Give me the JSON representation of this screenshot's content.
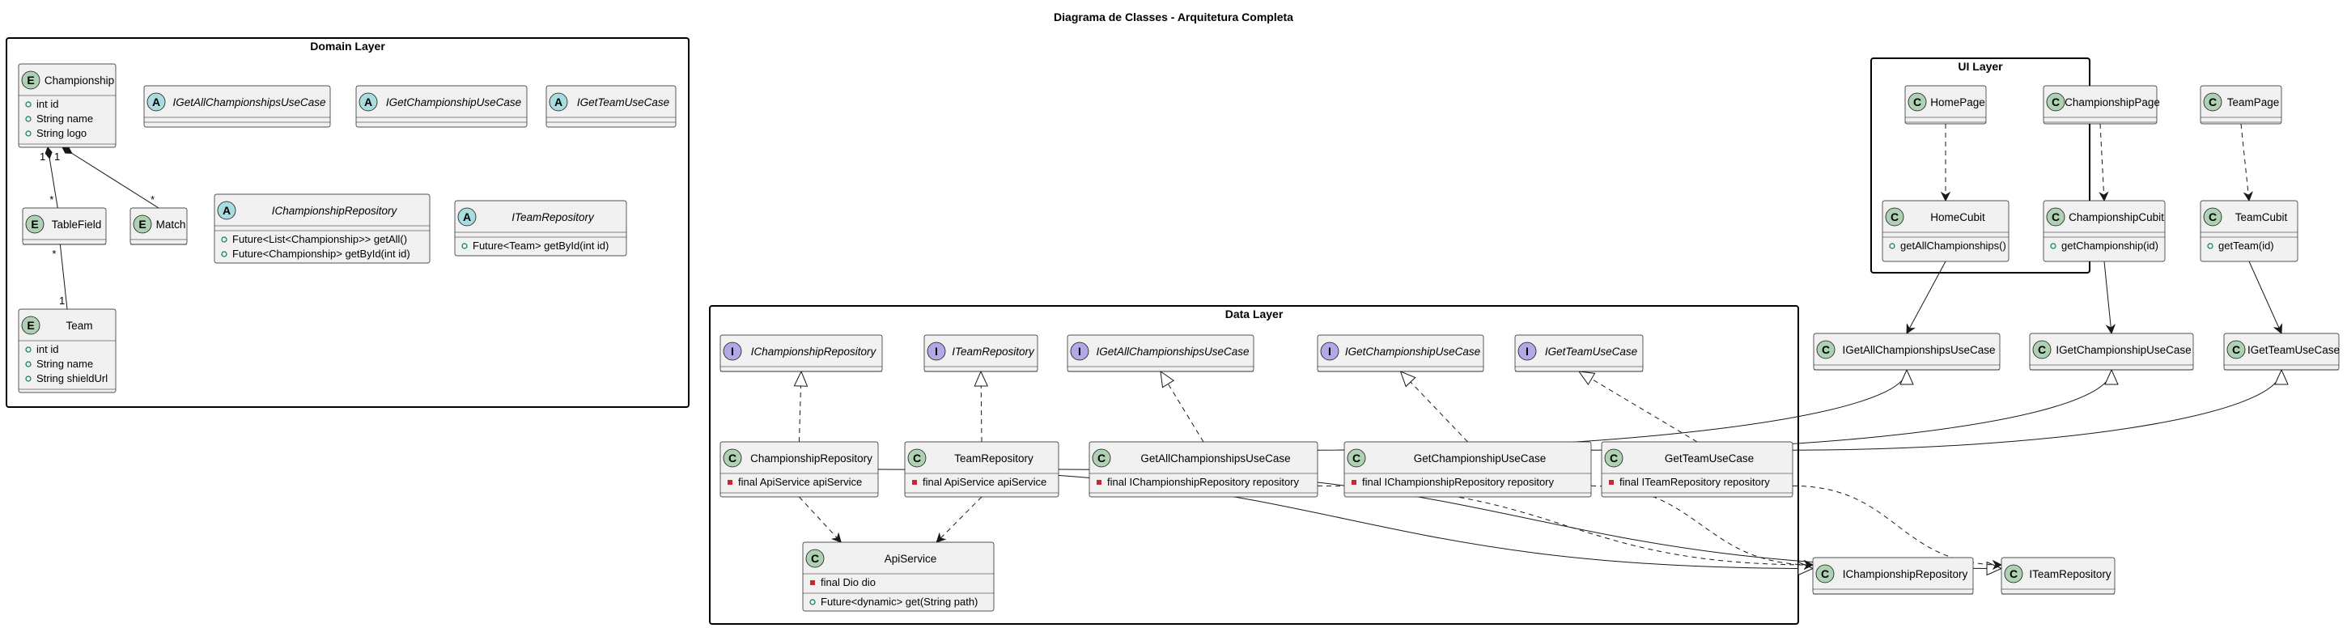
{
  "title": "Diagrama de Classes - Arquitetura Completa",
  "packages": [
    {
      "id": "domain",
      "name": "Domain Layer"
    },
    {
      "id": "ui",
      "name": "UI Layer"
    },
    {
      "id": "data",
      "name": "Data Layer"
    }
  ],
  "colors": {
    "class_fill": "#F1F1F1",
    "class_border": "#181818",
    "entity_circle": "#ADD1B2",
    "abstract_circle": "#A9DCDF",
    "interface_circle": "#B4A7E5",
    "class_circle": "#ADD1B2",
    "visibility_public": "#038048",
    "visibility_private": "#C82930"
  },
  "classes": [
    {
      "id": "championship_entity",
      "name": "Championship",
      "stereotype": "E",
      "kind": "entity",
      "fields": [
        {
          "vis": "public",
          "text": "int id"
        },
        {
          "vis": "public",
          "text": "String name"
        },
        {
          "vis": "public",
          "text": "String logo"
        }
      ],
      "methods": []
    },
    {
      "id": "tablefield_entity",
      "name": "TableField",
      "stereotype": "E",
      "kind": "entity",
      "fields": [],
      "methods": []
    },
    {
      "id": "match_entity",
      "name": "Match",
      "stereotype": "E",
      "kind": "entity",
      "fields": [],
      "methods": []
    },
    {
      "id": "team_entity",
      "name": "Team",
      "stereotype": "E",
      "kind": "entity",
      "fields": [
        {
          "vis": "public",
          "text": "int id"
        },
        {
          "vis": "public",
          "text": "String name"
        },
        {
          "vis": "public",
          "text": "String shieldUrl"
        }
      ],
      "methods": []
    },
    {
      "id": "abs_get_all",
      "name": "IGetAllChampionshipsUseCase",
      "stereotype": "A",
      "kind": "abstract",
      "fields": [],
      "methods": []
    },
    {
      "id": "abs_get_champ",
      "name": "IGetChampionshipUseCase",
      "stereotype": "A",
      "kind": "abstract",
      "fields": [],
      "methods": []
    },
    {
      "id": "abs_get_team",
      "name": "IGetTeamUseCase",
      "stereotype": "A",
      "kind": "abstract",
      "fields": [],
      "methods": []
    },
    {
      "id": "abs_champ_repo",
      "name": "IChampionshipRepository",
      "stereotype": "A",
      "kind": "abstract",
      "fields": [],
      "methods": [
        {
          "vis": "public",
          "text": "Future<List<Championship>> getAll()"
        },
        {
          "vis": "public",
          "text": "Future<Championship> getById(int id)"
        }
      ]
    },
    {
      "id": "abs_team_repo",
      "name": "ITeamRepository",
      "stereotype": "A",
      "kind": "abstract",
      "fields": [],
      "methods": [
        {
          "vis": "public",
          "text": "Future<Team> getById(int id)"
        }
      ]
    },
    {
      "id": "home_page",
      "name": "HomePage",
      "stereotype": "C",
      "kind": "class",
      "fields": [],
      "methods": []
    },
    {
      "id": "champ_page",
      "name": "ChampionshipPage",
      "stereotype": "C",
      "kind": "class",
      "fields": [],
      "methods": []
    },
    {
      "id": "team_page",
      "name": "TeamPage",
      "stereotype": "C",
      "kind": "class",
      "fields": [],
      "methods": []
    },
    {
      "id": "home_cubit",
      "name": "HomeCubit",
      "stereotype": "C",
      "kind": "class",
      "fields": [],
      "methods": [
        {
          "vis": "public",
          "text": "getAllChampionships()"
        }
      ]
    },
    {
      "id": "champ_cubit",
      "name": "ChampionshipCubit",
      "stereotype": "C",
      "kind": "class",
      "fields": [],
      "methods": [
        {
          "vis": "public",
          "text": "getChampionship(id)"
        }
      ]
    },
    {
      "id": "team_cubit",
      "name": "TeamCubit",
      "stereotype": "C",
      "kind": "class",
      "fields": [],
      "methods": [
        {
          "vis": "public",
          "text": "getTeam(id)"
        }
      ]
    },
    {
      "id": "if_champ_repo",
      "name": "IChampionshipRepository",
      "stereotype": "I",
      "kind": "interface",
      "fields": [],
      "methods": []
    },
    {
      "id": "if_team_repo",
      "name": "ITeamRepository",
      "stereotype": "I",
      "kind": "interface",
      "fields": [],
      "methods": []
    },
    {
      "id": "if_get_all",
      "name": "IGetAllChampionshipsUseCase",
      "stereotype": "I",
      "kind": "interface",
      "fields": [],
      "methods": []
    },
    {
      "id": "if_get_champ",
      "name": "IGetChampionshipUseCase",
      "stereotype": "I",
      "kind": "interface",
      "fields": [],
      "methods": []
    },
    {
      "id": "if_get_team",
      "name": "IGetTeamUseCase",
      "stereotype": "I",
      "kind": "interface",
      "fields": [],
      "methods": []
    },
    {
      "id": "champ_repo",
      "name": "ChampionshipRepository",
      "stereotype": "C",
      "kind": "class",
      "fields": [
        {
          "vis": "private",
          "text": "final ApiService apiService"
        }
      ],
      "methods": []
    },
    {
      "id": "team_repo",
      "name": "TeamRepository",
      "stereotype": "C",
      "kind": "class",
      "fields": [
        {
          "vis": "private",
          "text": "final ApiService apiService"
        }
      ],
      "methods": []
    },
    {
      "id": "get_all_uc",
      "name": "GetAllChampionshipsUseCase",
      "stereotype": "C",
      "kind": "class",
      "fields": [
        {
          "vis": "private",
          "text": "final IChampionshipRepository repository"
        }
      ],
      "methods": []
    },
    {
      "id": "get_champ_uc",
      "name": "GetChampionshipUseCase",
      "stereotype": "C",
      "kind": "class",
      "fields": [
        {
          "vis": "private",
          "text": "final IChampionshipRepository repository"
        }
      ],
      "methods": []
    },
    {
      "id": "get_team_uc",
      "name": "GetTeamUseCase",
      "stereotype": "C",
      "kind": "class",
      "fields": [
        {
          "vis": "private",
          "text": "final ITeamRepository repository"
        }
      ],
      "methods": []
    },
    {
      "id": "api_service",
      "name": "ApiService",
      "stereotype": "C",
      "kind": "class",
      "fields": [
        {
          "vis": "private",
          "text": "final Dio dio"
        }
      ],
      "methods": [
        {
          "vis": "public",
          "text": "Future<dynamic> get(String path)"
        }
      ]
    },
    {
      "id": "out_get_all",
      "name": "IGetAllChampionshipsUseCase",
      "stereotype": "C",
      "kind": "class",
      "fields": [],
      "methods": []
    },
    {
      "id": "out_get_champ",
      "name": "IGetChampionshipUseCase",
      "stereotype": "C",
      "kind": "class",
      "fields": [],
      "methods": []
    },
    {
      "id": "out_get_team",
      "name": "IGetTeamUseCase",
      "stereotype": "C",
      "kind": "class",
      "fields": [],
      "methods": []
    },
    {
      "id": "out_champ_repo",
      "name": "IChampionshipRepository",
      "stereotype": "C",
      "kind": "class",
      "fields": [],
      "methods": []
    },
    {
      "id": "out_team_repo",
      "name": "ITeamRepository",
      "stereotype": "C",
      "kind": "class",
      "fields": [],
      "methods": []
    }
  ],
  "relations": [
    {
      "from": "championship_entity",
      "to": "tablefield_entity",
      "type": "composition",
      "from_mult": "1",
      "to_mult": "*"
    },
    {
      "from": "championship_entity",
      "to": "match_entity",
      "type": "composition",
      "from_mult": "1",
      "to_mult": "*"
    },
    {
      "from": "tablefield_entity",
      "to": "team_entity",
      "type": "association",
      "from_mult": "*",
      "to_mult": "1"
    },
    {
      "from": "home_page",
      "to": "home_cubit",
      "type": "dependency"
    },
    {
      "from": "champ_page",
      "to": "champ_cubit",
      "type": "dependency"
    },
    {
      "from": "team_page",
      "to": "team_cubit",
      "type": "dependency"
    },
    {
      "from": "home_cubit",
      "to": "out_get_all",
      "type": "association"
    },
    {
      "from": "champ_cubit",
      "to": "out_get_champ",
      "type": "association"
    },
    {
      "from": "team_cubit",
      "to": "out_get_team",
      "type": "association"
    },
    {
      "from": "champ_repo",
      "to": "if_champ_repo",
      "type": "realization"
    },
    {
      "from": "team_repo",
      "to": "if_team_repo",
      "type": "realization"
    },
    {
      "from": "get_all_uc",
      "to": "if_get_all",
      "type": "realization"
    },
    {
      "from": "get_champ_uc",
      "to": "if_get_champ",
      "type": "realization"
    },
    {
      "from": "get_team_uc",
      "to": "if_get_team",
      "type": "realization"
    },
    {
      "from": "get_all_uc",
      "to": "out_get_all",
      "type": "generalization"
    },
    {
      "from": "get_champ_uc",
      "to": "out_get_champ",
      "type": "generalization"
    },
    {
      "from": "get_team_uc",
      "to": "out_get_team",
      "type": "generalization"
    },
    {
      "from": "champ_repo",
      "to": "api_service",
      "type": "dependency"
    },
    {
      "from": "team_repo",
      "to": "api_service",
      "type": "dependency"
    },
    {
      "from": "champ_repo",
      "to": "out_champ_repo",
      "type": "generalization"
    },
    {
      "from": "team_repo",
      "to": "out_team_repo",
      "type": "generalization"
    },
    {
      "from": "get_all_uc",
      "to": "out_champ_repo",
      "type": "dependency"
    },
    {
      "from": "get_champ_uc",
      "to": "out_champ_repo",
      "type": "dependency"
    },
    {
      "from": "get_team_uc",
      "to": "out_team_repo",
      "type": "dependency"
    }
  ]
}
